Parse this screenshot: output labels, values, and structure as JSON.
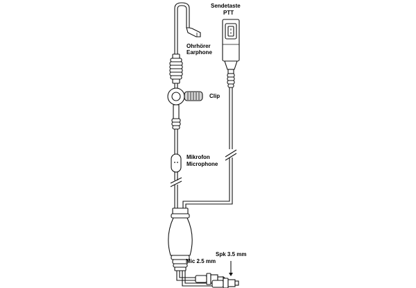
{
  "labels": {
    "ptt_de": "Sendetaste",
    "ptt_en": "PTT",
    "earphone_de": "Ohrhörer",
    "earphone_en": "Earphone",
    "clip": "Clip",
    "mic_de": "Mikrofon",
    "mic_en": "Microphone",
    "spk": "Spk 3.5 mm",
    "mic_plug": "Mic 2.5 mm"
  },
  "colors": {
    "line": "#111111",
    "fill": "#d6d6d6",
    "background": "#ffffff"
  }
}
